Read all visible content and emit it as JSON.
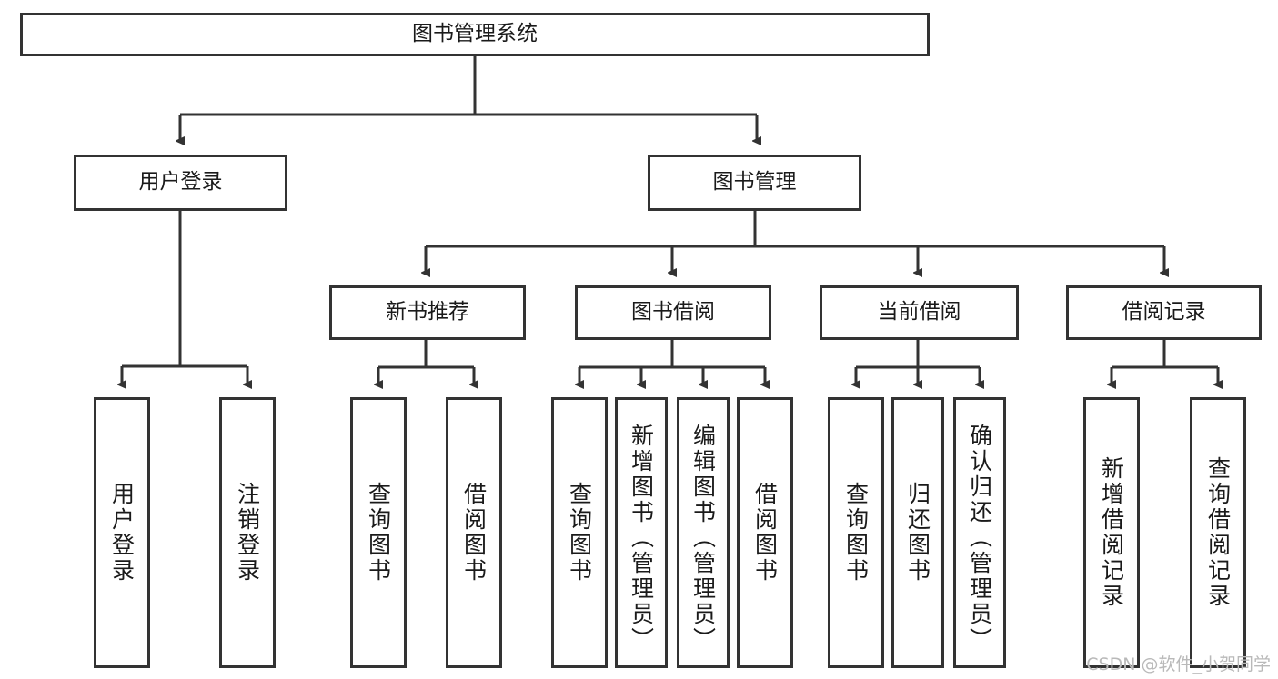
{
  "diagram": {
    "title": "图书管理系统",
    "type": "tree-hierarchy-diagram",
    "root": {
      "id": "root",
      "label": "图书管理系统"
    },
    "level2": [
      {
        "id": "user-login",
        "label": "用户登录"
      },
      {
        "id": "book-manage",
        "label": "图书管理"
      }
    ],
    "level3": [
      {
        "id": "new-book-rec",
        "label": "新书推荐"
      },
      {
        "id": "book-borrow",
        "label": "图书借阅"
      },
      {
        "id": "current-borrow",
        "label": "当前借阅"
      },
      {
        "id": "borrow-record",
        "label": "借阅记录"
      }
    ],
    "leaves": {
      "user_login": [
        {
          "id": "leaf-user-login",
          "label": "用户登录"
        },
        {
          "id": "leaf-logout",
          "label": "注销登录"
        }
      ],
      "new_book_rec": [
        {
          "id": "leaf-query-book-1",
          "label": "查询图书"
        },
        {
          "id": "leaf-borrow-book-1",
          "label": "借阅图书"
        }
      ],
      "book_borrow": [
        {
          "id": "leaf-query-book-2",
          "label": "查询图书"
        },
        {
          "id": "leaf-add-book",
          "label": "新增图书（管理员）"
        },
        {
          "id": "leaf-edit-book",
          "label": "编辑图书（管理员）"
        },
        {
          "id": "leaf-borrow-book-2",
          "label": "借阅图书"
        }
      ],
      "current_borrow": [
        {
          "id": "leaf-query-book-3",
          "label": "查询图书"
        },
        {
          "id": "leaf-return-book",
          "label": "归还图书"
        },
        {
          "id": "leaf-confirm-return",
          "label": "确认归还（管理员）"
        }
      ],
      "borrow_record": [
        {
          "id": "leaf-add-record",
          "label": "新增借阅记录"
        },
        {
          "id": "leaf-query-record",
          "label": "查询借阅记录"
        }
      ]
    }
  },
  "watermark": {
    "text": "CSDN @软件_小贺同学"
  },
  "colors": {
    "stroke": "#333333",
    "box_fill": "#ffffff",
    "text": "#1a1a1a",
    "watermark": "#b9b9b9",
    "background": "#ffffff"
  }
}
